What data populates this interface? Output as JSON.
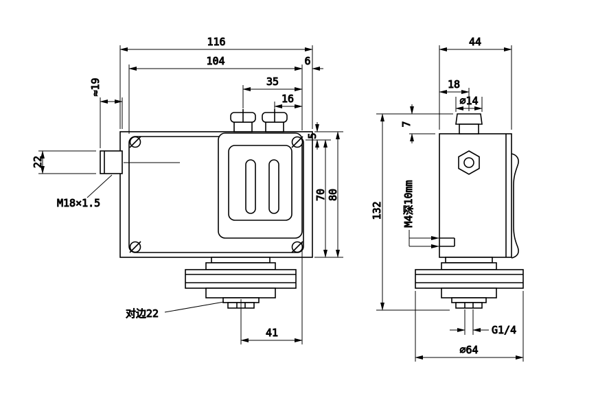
{
  "front_view": {
    "dim_116": "116",
    "dim_104": "104",
    "dim_6": "6",
    "dim_35": "35",
    "dim_16": "16",
    "dim_approx19": "≈19",
    "dim_22": "22",
    "dim_5": "5",
    "dim_70": "70",
    "dim_80": "80",
    "dim_41": "41",
    "label_thread": "M18×1.5",
    "label_flats": "对边22"
  },
  "side_view": {
    "dim_44": "44",
    "dim_18": "18",
    "dim_dia14": "⌀14",
    "dim_7": "7",
    "dim_132": "132",
    "label_m4_hole": "M4深10mm",
    "label_g14": "G1/4",
    "dim_dia64": "⌀64"
  },
  "colors": {
    "line": "#000000",
    "background": "#ffffff"
  }
}
